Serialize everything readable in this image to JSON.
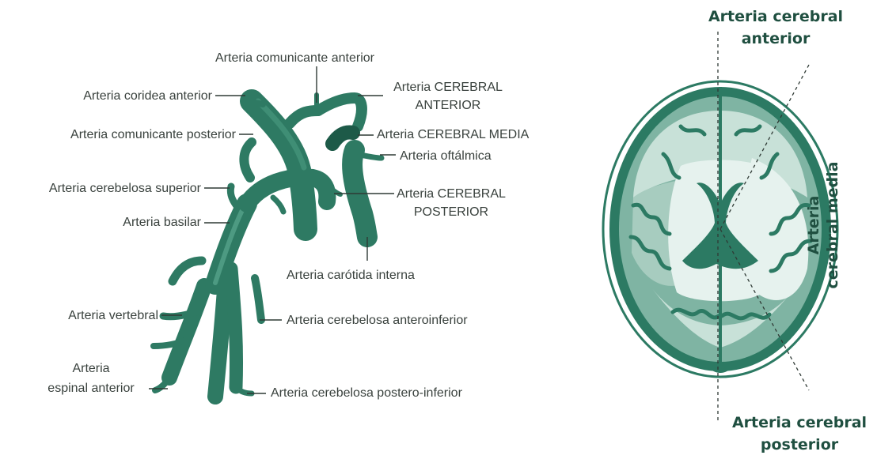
{
  "colors": {
    "artery": "#2e7a63",
    "artery_dark": "#1d5a48",
    "brain_outer": "#2c7a63",
    "brain_mid": "#7fb4a3",
    "brain_light": "#c8e1d8",
    "brain_white": "#e6f2ee",
    "label_text": "#39413d",
    "heading_text": "#1f4f40"
  },
  "left_diagram": {
    "labels": {
      "comunicante_anterior": "Arteria comunicante anterior",
      "coridea_anterior": "Arteria coridea anterior",
      "cerebral_anterior_l1": "Arteria CEREBRAL",
      "cerebral_anterior_l2": "ANTERIOR",
      "comunicante_posterior": "Arteria comunicante posterior",
      "cerebral_media": "Arteria CEREBRAL MEDIA",
      "oftalmica": "Arteria oftálmica",
      "cerebelosa_superior": "Arteria cerebelosa superior",
      "cerebral_posterior_l1": "Arteria CEREBRAL",
      "cerebral_posterior_l2": "POSTERIOR",
      "basilar": "Arteria basilar",
      "carotida_interna": "Arteria carótida interna",
      "vertebral": "Arteria vertebral",
      "cerebelosa_anteroinferior": "Arteria cerebelosa anteroinferior",
      "espinal_anterior_l1": "Arteria",
      "espinal_anterior_l2": "espinal anterior",
      "cerebelosa_posteroinferior": "Arteria cerebelosa postero-inferior"
    }
  },
  "right_diagram": {
    "labels": {
      "cerebral_anterior_l1": "Arteria cerebral",
      "cerebral_anterior_l2": "anterior",
      "cerebral_media_l1": "Arteria",
      "cerebral_media_l2": "cerebral media",
      "cerebral_posterior_l1": "Arteria cerebral",
      "cerebral_posterior_l2": "posterior"
    }
  }
}
